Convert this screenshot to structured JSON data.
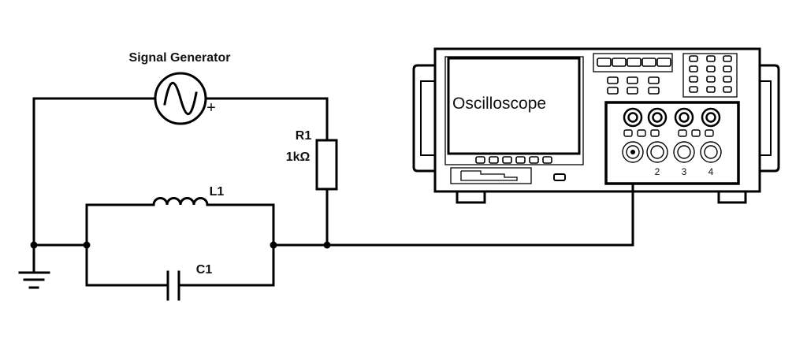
{
  "labels": {
    "signal_generator": "Signal Generator",
    "plus": "+",
    "resistor_name": "R1",
    "resistor_value": "1kΩ",
    "inductor_name": "L1",
    "capacitor_name": "C1",
    "oscilloscope": "Oscilloscope",
    "channel_2": "2",
    "channel_3": "3",
    "channel_4": "4"
  },
  "icons": [
    "ac-source-icon",
    "resistor-icon",
    "inductor-icon",
    "capacitor-icon",
    "ground-icon",
    "oscilloscope-icon"
  ]
}
